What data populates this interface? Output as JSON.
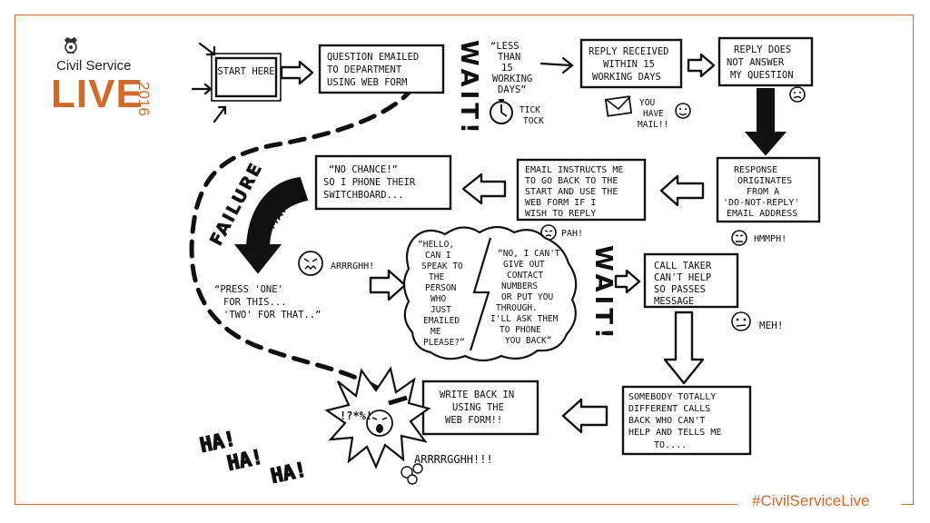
{
  "branding": {
    "org": "Civil Service",
    "event": "LIVE",
    "year": "2016",
    "hashtag": "#CivilServiceLive",
    "accent_color": "#d46a2a"
  },
  "flow": {
    "start": "START HERE",
    "question": [
      "QUESTION EMAILED",
      "TO DEPARTMENT",
      "USING WEB FORM"
    ],
    "wait1": "WAIT!",
    "wait_quote": [
      "“LESS",
      "THAN",
      "15",
      "WORKING",
      "DAYS”"
    ],
    "tick_tock": [
      "TICK",
      "TOCK"
    ],
    "reply_received": [
      "REPLY RECEIVED",
      "WITHIN 15",
      "WORKING DAYS"
    ],
    "you_have_mail": [
      "YOU",
      "HAVE",
      "MAIL!!"
    ],
    "reply_not_answer": [
      "REPLY DOES",
      "NOT ANSWER",
      "MY QUESTION"
    ],
    "no_reply_address": [
      "RESPONSE",
      "ORIGINATES",
      "FROM A",
      "'DO-NOT-REPLY'",
      "EMAIL ADDRESS"
    ],
    "hmmph": "HMMPH!",
    "email_instructs": [
      "EMAIL INSTRUCTS ME",
      "TO GO BACK TO THE",
      "START AND USE THE",
      "WEB FORM IF I",
      "WISH TO REPLY"
    ],
    "pah": "PAH!",
    "no_chance": [
      "“NO CHANCE!”",
      "SO I PHONE THEIR",
      "SWITCHBOARD..."
    ],
    "failure": "FAILURE",
    "demand": "DEMAND",
    "press_one": [
      "“PRESS 'ONE'",
      "FOR THIS...",
      "'TWO' FOR THAT..”"
    ],
    "arrrgh": "ARRRGHH!",
    "caller_speech": [
      "“HELLO,",
      "CAN I",
      "SPEAK TO",
      "THE",
      "PERSON",
      "WHO",
      "JUST",
      "EMAILED",
      "ME",
      "PLEASE?”"
    ],
    "agent_speech": [
      "“NO, I CAN'T",
      "GIVE OUT",
      "CONTACT",
      "NUMBERS",
      "OR PUT YOU",
      "THROUGH.",
      "I'LL ASK THEM",
      "TO PHONE",
      "YOU BACK”"
    ],
    "wait2": "WAIT!",
    "call_taker": [
      "CALL TAKER",
      "CAN'T HELP",
      "SO PASSES",
      "MESSAGE"
    ],
    "meh": "MEH!",
    "somebody_else": [
      "SOMEBODY TOTALLY",
      "DIFFERENT CALLS",
      "BACK WHO CAN'T",
      "HELP AND TELLS ME",
      "TO...."
    ],
    "write_back": [
      "WRITE BACK IN",
      "USING THE",
      "WEB FORM!!"
    ],
    "haha": [
      "HA!",
      "HA!",
      "HA!"
    ],
    "swear": "!?*%!",
    "final_scream": "ARRRRGGHH!!!"
  }
}
